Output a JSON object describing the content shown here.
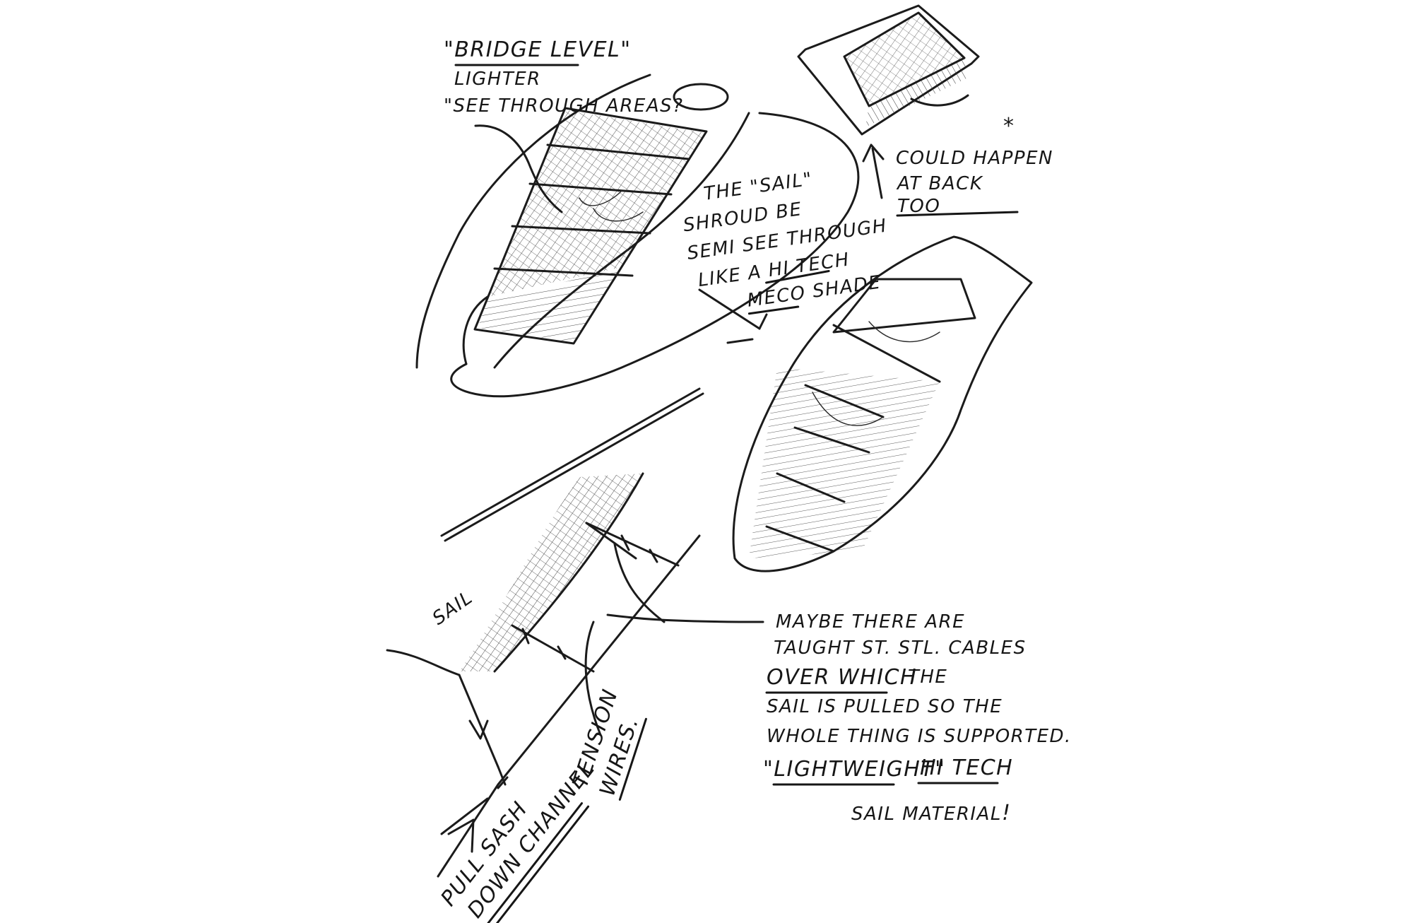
{
  "notes": {
    "bridge_level": {
      "title": "\"BRIDGE LEVEL\"",
      "line2": "LIGHTER",
      "line3": "\"SEE THROUGH AREAS?"
    },
    "sail_shroud": {
      "line1": "THE \"SAIL\"",
      "line2": "SHROUD BE",
      "line3": "SEMI SEE THROUGH",
      "line4": "LIKE A HI TECH",
      "line5": "MECO SHADE"
    },
    "back": {
      "asterisk": "*",
      "line1": "COULD HAPPEN",
      "line2": "AT BACK",
      "line3": "TOO"
    },
    "sail_label": "SAIL",
    "tension": {
      "line1": "TENSION",
      "line2": "WIRES."
    },
    "pull_sash": {
      "line1": "PULL SASH",
      "line2": "DOWN CHANNEL"
    },
    "cables": {
      "line1": "MAYBE THERE ARE",
      "line2": "TAUGHT ST. STL. CABLES",
      "line3a": "OVER WHICH",
      "line3b": "THE",
      "line4": "SAIL IS PULLED SO THE",
      "line5": "WHOLE THING IS SUPPORTED.",
      "line6a": "\"LIGHTWEIGHT\"",
      "line6b": "HI TECH",
      "line7": "SAIL MATERIAL",
      "exclaim": "!"
    }
  },
  "colors": {
    "ink": "#1b1b1b",
    "paper": "#ffffff"
  }
}
